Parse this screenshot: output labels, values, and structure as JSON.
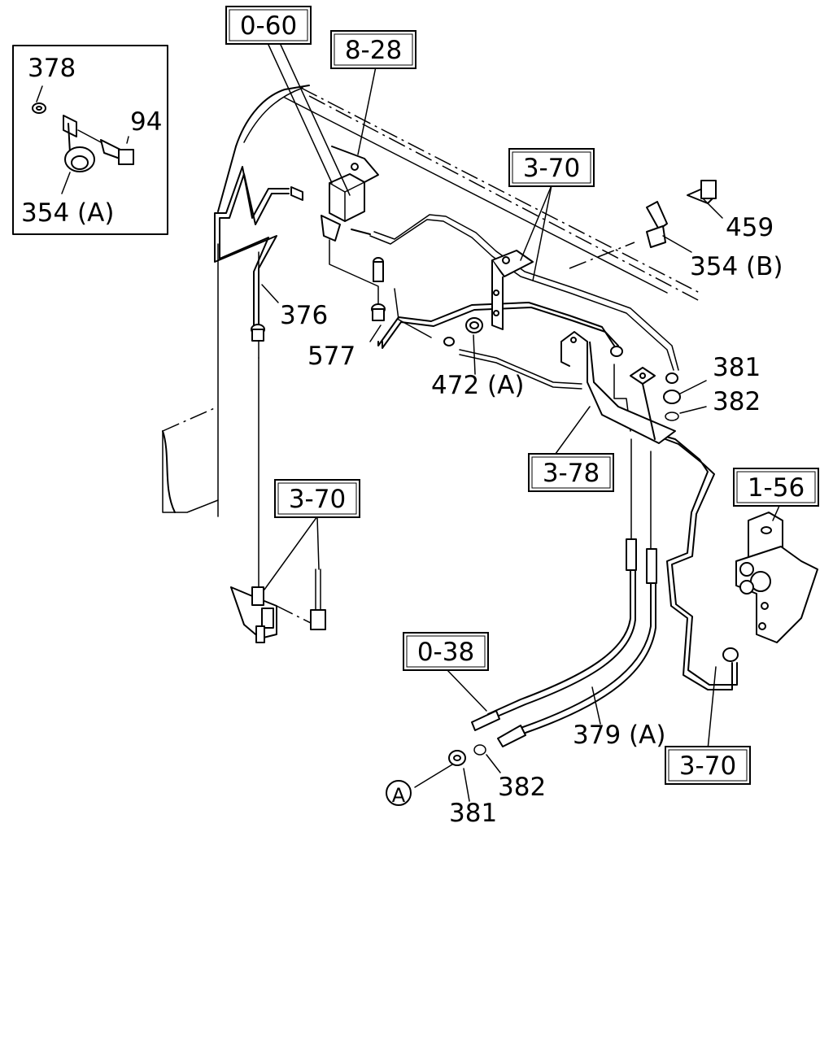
{
  "refs": {
    "r_0_60": "0-60",
    "r_8_28": "8-28",
    "r_3_70_top": "3-70",
    "r_3_70_left": "3-70",
    "r_3_78": "3-78",
    "r_1_56": "1-56",
    "r_0_38": "0-38",
    "r_3_70_bottom": "3-70"
  },
  "parts": {
    "p378": "378",
    "p94": "94",
    "p354a": "354 (A)",
    "p376": "376",
    "p577": "577",
    "p472a": "472 (A)",
    "p459": "459",
    "p354b": "354 (B)",
    "p381_top": "381",
    "p382_top": "382",
    "p379a": "379 (A)",
    "p382_bottom": "382",
    "p381_bottom": "381",
    "marker_a": "A"
  }
}
